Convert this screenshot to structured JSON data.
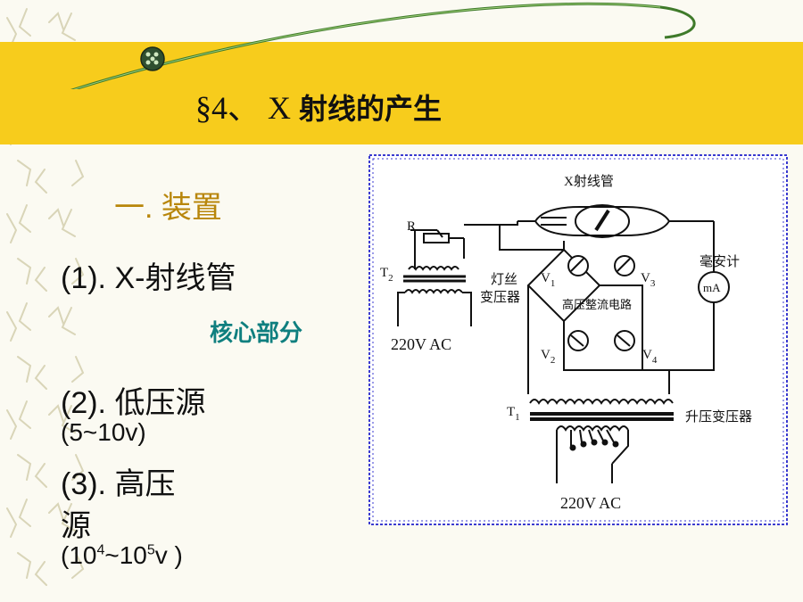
{
  "title": {
    "prefix": "§4、 X",
    "cjk": "射线的产生"
  },
  "section": {
    "heading": "一. 装置"
  },
  "items": {
    "item1": "(1). X-射线管",
    "core": "核心部分",
    "item2": "(2). 低压源",
    "range1": "(5~10v)",
    "item3_line1": "(3). 高压",
    "item3_line2": "源",
    "range2": {
      "open": "(10",
      "exp1": "4",
      "mid": "~10",
      "exp2": "5",
      "close": "v )"
    }
  },
  "diagram": {
    "tube_label": "X射线管",
    "r_label": "R",
    "t2_label": "T",
    "t2_sub": "2",
    "filament_label_1": "灯丝",
    "filament_label_2": "变压器",
    "v1": "V",
    "v1_sub": "1",
    "v2": "V",
    "v2_sub": "2",
    "v3": "V",
    "v3_sub": "3",
    "v4": "V",
    "v4_sub": "4",
    "rectifier_label": "高压整流电路",
    "meter_label": "毫安计",
    "meter_text": "mA",
    "t1_label": "T",
    "t1_sub": "1",
    "stepup_label": "升压变压器",
    "ac_top": "220V  AC",
    "ac_bottom": "220V  AC"
  },
  "colors": {
    "title_bar": "#f7cc1c",
    "section": "#b8860b",
    "core": "#0f7f7f",
    "border": "#3a3ad0"
  }
}
